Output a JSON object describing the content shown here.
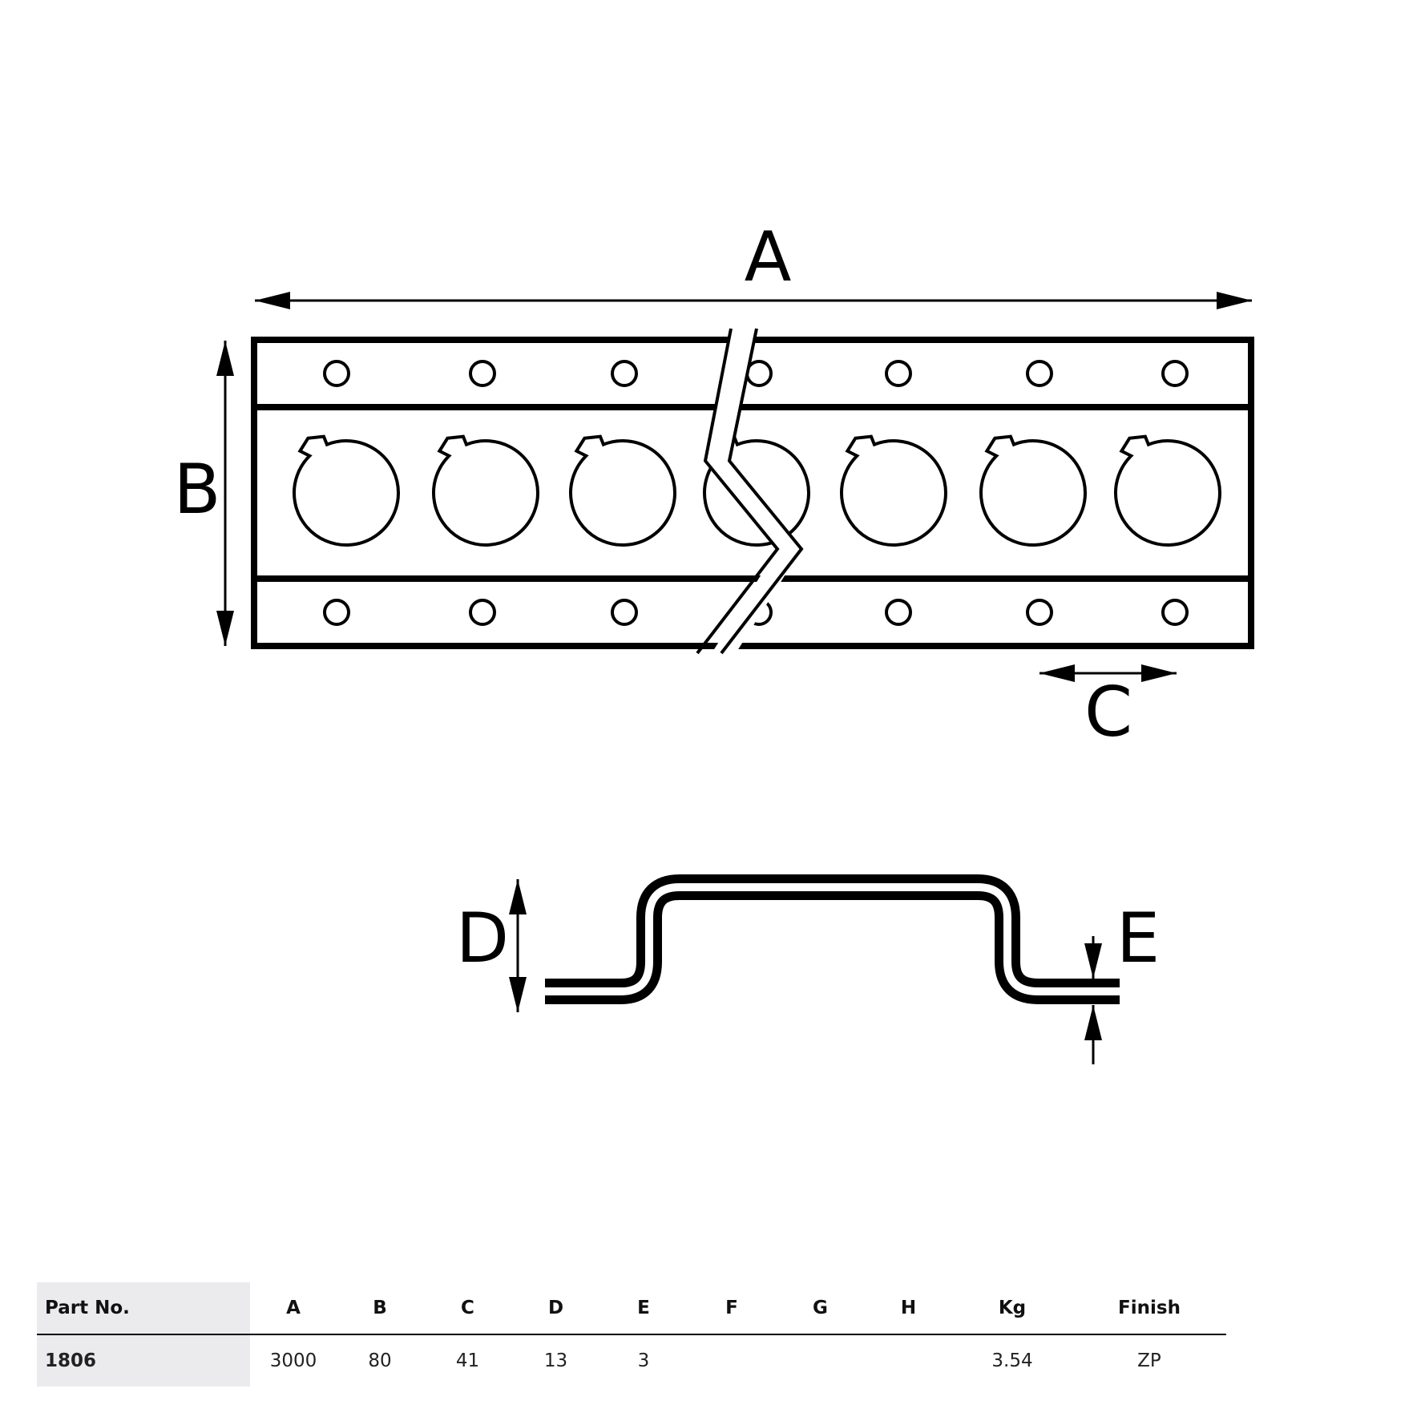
{
  "labels": {
    "A": "A",
    "B": "B",
    "C": "C",
    "D": "D",
    "E": "E"
  },
  "table": {
    "headers": [
      "Part No.",
      "A",
      "B",
      "C",
      "D",
      "E",
      "F",
      "G",
      "H",
      "Kg",
      "Finish"
    ],
    "rows": [
      [
        "1806",
        "3000",
        "80",
        "41",
        "13",
        "3",
        "",
        "",
        "",
        "3.54",
        "ZP"
      ]
    ]
  }
}
